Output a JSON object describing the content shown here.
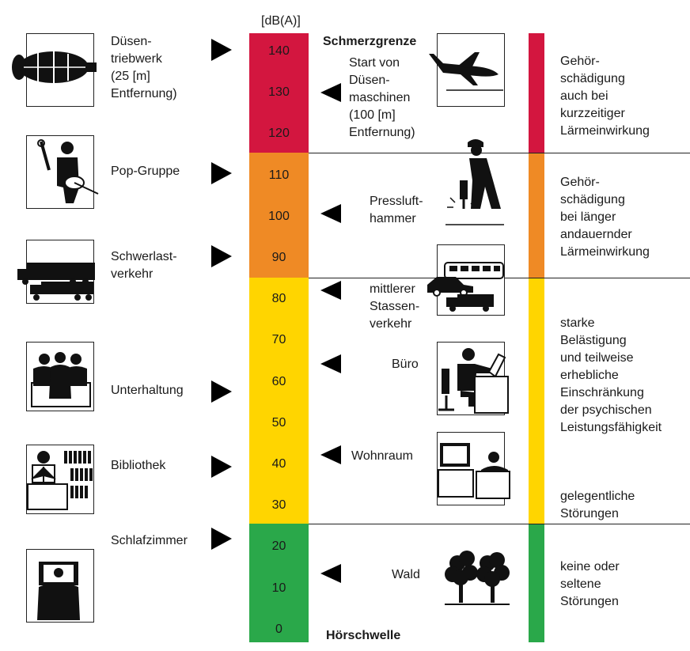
{
  "unit": "[dB(A)]",
  "scale": {
    "top_label": "Schmerzgrenze",
    "bottom_label": "Hörschwelle",
    "ticks": [
      "140",
      "130",
      "120",
      "110",
      "100",
      "90",
      "80",
      "70",
      "60",
      "50",
      "40",
      "30",
      "20",
      "10",
      "0"
    ],
    "zones": [
      {
        "from": 120,
        "to": 150,
        "color": "#d3163f"
      },
      {
        "from": 90,
        "to": 120,
        "color": "#ef8a25"
      },
      {
        "from": 30,
        "to": 90,
        "color": "#ffd500"
      },
      {
        "from": 0,
        "to": 30,
        "color": "#2aa84a"
      }
    ]
  },
  "left": {
    "jet": "Düsen-\ntriebwerk\n(25 [m]\nEntfernung)",
    "pop": "Pop-Gruppe",
    "truck": "Schwerlast-\nverkehr",
    "talk": "Unterhaltung",
    "library": "Bibliothek",
    "bedroom": "Schlafzimmer"
  },
  "right": {
    "takeoff": "Start von\nDüsen-\nmaschinen\n(100 [m]\nEntfernung)",
    "hammer": "Pressluft-\nhammer",
    "traffic": "mittlerer\nStassen-\nverkehr",
    "office": "Büro",
    "living": "Wohnraum",
    "forest": "Wald"
  },
  "effects": {
    "red": "Gehör-\nschädigung\nauch bei\nkurzzeitiger\nLärmeinwirkung",
    "orange": "Gehör-\nschädigung\nbei länger\nandauernder\nLärmeinwirkung",
    "yellow": "starke\nBelästigung\nund teilweise\nerhebliche\nEinschränkung\nder psychischen\nLeistungsfähigkeit",
    "yellow_low": "gelegentliche\nStörungen",
    "green": "keine oder\nseltene\nStörungen"
  }
}
